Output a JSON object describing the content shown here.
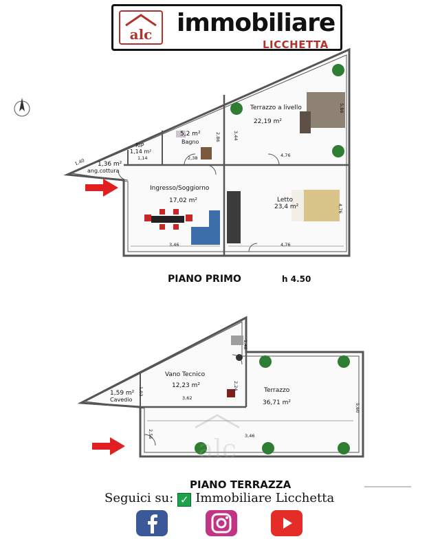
{
  "header": {
    "logo_word": "immobiliare",
    "logo_subtitle": "LICCHETTA",
    "badge_letters": "alc"
  },
  "floor1": {
    "title": "PIANO PRIMO",
    "height": "h 4.50",
    "rooms": {
      "ang_cottura_area": "1,36 m²",
      "ang_cottura_name": "ang.cottura",
      "rip_name": "RiP",
      "rip_area": "1,14 m²",
      "bagno_area": "5,2 m²",
      "bagno_name": "Bagno",
      "terrazzo_livello_name": "Terrazzo a livello",
      "terrazzo_livello_area": "22,19 m²",
      "ingresso_name": "Ingresso/Soggiorno",
      "ingresso_area": "17,02 m²",
      "letto_name": "Letto",
      "letto_area": "23,4 m²"
    },
    "dims": {
      "d_1_40": "1,40",
      "d_1_14": "1,14",
      "d_2_38": "2,38",
      "d_4_76_top": "4,76",
      "d_3_46": "3,46",
      "d_4_76_bot": "4,76",
      "d_5_86": "5,86",
      "d_4_76_right": "4,76",
      "d_3_44": "3,44",
      "d_2_86": "2,86"
    }
  },
  "floor2": {
    "title": "PIANO TERRAZZA",
    "rooms": {
      "vano_name": "Vano Tecnico",
      "vano_area": "12,23 m²",
      "cavedio_area": "1,59 m²",
      "cavedio_name": "Cavedio",
      "terrazzo_name": "Terrazzo",
      "terrazzo_area": "36,71 m²"
    },
    "dims": {
      "d_3_62": "3,62",
      "d_3_46": "3,46",
      "d_5_60": "5,60",
      "d_2_56": "2,56",
      "d_1_46": "1,46",
      "d_2_24": "2,24",
      "d_1_03": "1,03"
    }
  },
  "footer": {
    "follow_label": "Seguici su:",
    "brand": "Immobiliare Licchetta",
    "social": [
      "facebook",
      "instagram",
      "youtube"
    ]
  },
  "colors": {
    "brand_red": "#b0332c",
    "arrow_red": "#e02020",
    "facebook": "#3b5998",
    "youtube": "#e52d27",
    "check_green": "#1aa34a"
  }
}
